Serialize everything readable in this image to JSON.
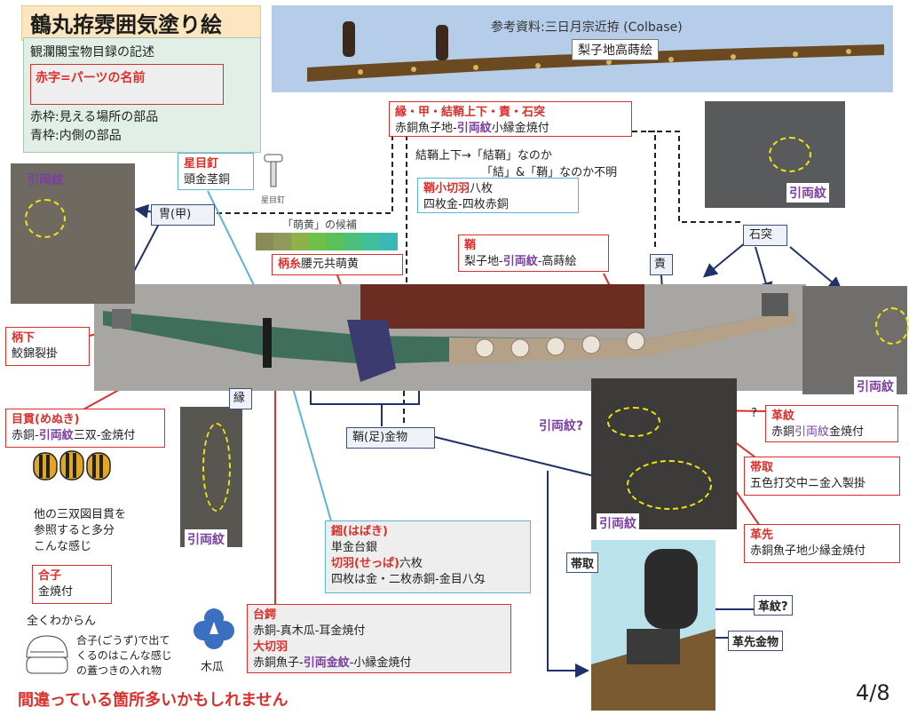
{
  "title": "鶴丸拵雰囲気塗り絵",
  "legend": {
    "heading": "観瀾閣宝物目録の記述",
    "red_note": "赤字=パーツの名前",
    "red_frame": "赤枠:見える場所の部品",
    "blue_frame": "青枠:内側の部品"
  },
  "reference": {
    "caption": "参考資料:三日月宗近拵 (Colbase)",
    "sub": "梨子地高蒔絵"
  },
  "mon_label": "引両紋",
  "parts": {
    "kabuto_tag": "冑(甲)",
    "hoshime_title": "星目釘",
    "hoshime_desc": "頭金茎銅",
    "hoshime_icon_label": "星目釘",
    "moegi_label": "「萌黄」の候補",
    "tsukaito_title": "柄糸",
    "tsukaito_desc": "腰元共萌黄",
    "fuchi_title": "縁・甲・結鞘上下・責・石突",
    "fuchi_desc_a": "赤銅魚子地-",
    "fuchi_desc_b": "引両紋",
    "fuchi_desc_c": "小縁金焼付",
    "note1": "結鞘上下→「結鞘」なのか",
    "note2": "「結」&「鞘」なのか不明",
    "koseppa_title": "鞘小切羽",
    "koseppa_suffix": "八枚",
    "koseppa_desc": "四枚金-四枚赤銅",
    "saya_title": "鞘",
    "saya_desc_a": "梨子地-",
    "saya_desc_b": "引両紋",
    "saya_desc_c": "-高蒔絵",
    "ishizuki_tag": "石突",
    "seme_tag": "責",
    "tsukashita_title": "柄下",
    "tsukashita_desc": "鮫錦裂掛",
    "menuki_title": "目貫(めぬき)",
    "menuki_desc_a": "赤銅-",
    "menuki_desc_b": "引両紋",
    "menuki_desc_c": "三双-金焼付",
    "menuki_note1": "他の三双図目貫を",
    "menuki_note2": "参照すると多分",
    "menuki_note3": "こんな感じ",
    "fuchi_tag": "縁",
    "ashi_tag": "鞘(足)金物",
    "question_mon": "引両紋?",
    "q_mark": "?",
    "kawamon_title": "革紋",
    "kawamon_desc_a": "赤銅",
    "kawamon_desc_b": "引両紋",
    "kawamon_desc_c": "金焼付",
    "obitori_title": "帯取",
    "obitori_desc": "五色打交中ニ金入製掛",
    "kawasaki_title": "革先",
    "kawasaki_desc": "赤銅魚子地少縁金焼付",
    "habaki_title": "鎺(はばき)",
    "habaki_desc": "単金台銀",
    "seppa_title": "切羽(せっぱ)",
    "seppa_suffix": "六枚",
    "seppa_desc": "四枚は金・二枚赤銅-金目八匁",
    "gouzu_title": "合子",
    "gouzu_desc": "金焼付",
    "gouzu_note": "全くわからん",
    "gouzu_note2a": "合子(ごうず)で出て",
    "gouzu_note2b": "くるのはこんな感じ",
    "gouzu_note2c": "の蓋つきの入れ物",
    "mokko_label": "木瓜",
    "daiseppa_title": "台鍔",
    "daiseppa_desc": "赤銅-真木瓜-耳金焼付",
    "oseppa_title": "大切羽",
    "oseppa_desc_a": "赤銅魚子-",
    "oseppa_desc_b": "引両金紋",
    "oseppa_desc_c": "-小縁金焼付",
    "photo_obitori": "帯取",
    "photo_kawamon": "革紋?",
    "photo_kawasaki": "革先金物"
  },
  "footer_warning": "間違っている箇所多いかもしれません",
  "page_num": "4/8",
  "colors": {
    "accent_red": "#d9302c",
    "purple": "#7b3fa0",
    "navy": "#1f3168",
    "blue": "#5bb4d8"
  },
  "moegi_swatches": [
    "#8a8a5a",
    "#8f9a5a",
    "#8fb04a",
    "#6fbf4a",
    "#5ac05a",
    "#4ac07a",
    "#3fc09a",
    "#3ab8b8"
  ]
}
